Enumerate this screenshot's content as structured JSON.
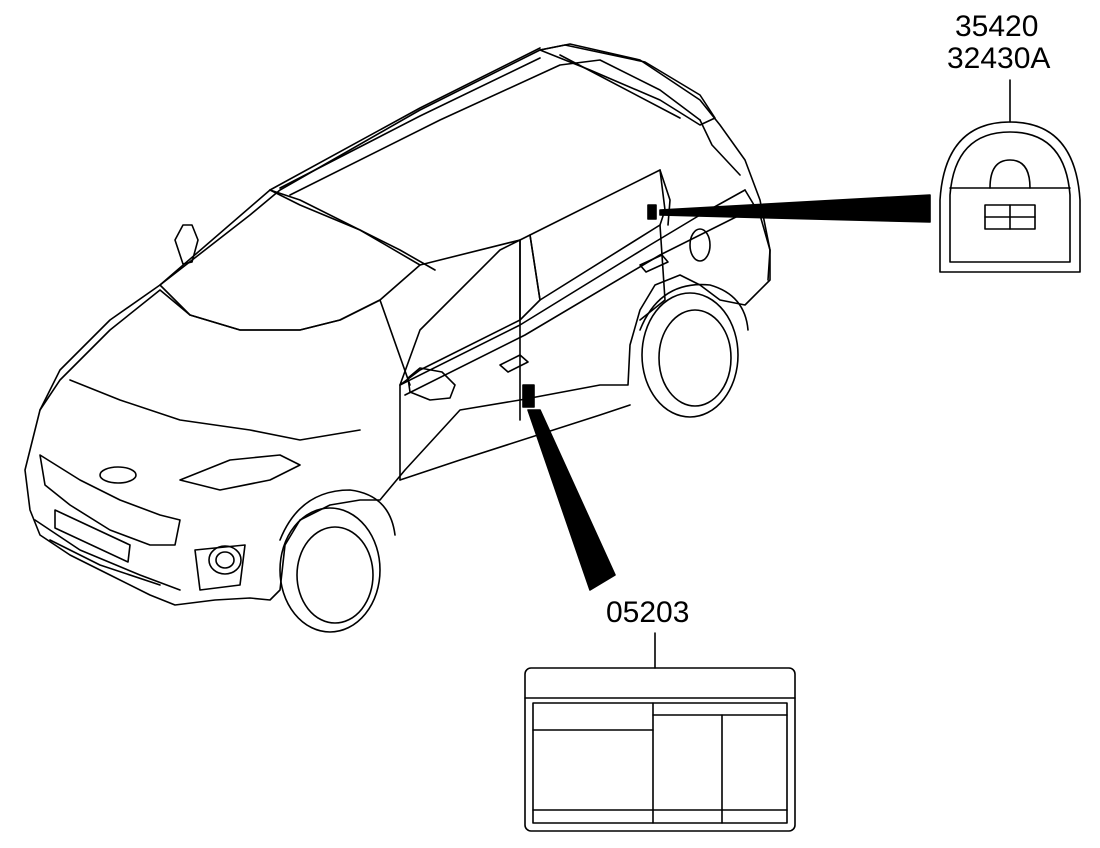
{
  "callouts": {
    "fuel_door_label": {
      "part_numbers": [
        "35420",
        "32430A"
      ],
      "icon": "fuel-filler-label-icon"
    },
    "pillar_label": {
      "part_numbers": [
        "05203"
      ],
      "icon": "tire-pressure-label-icon"
    }
  },
  "colors": {
    "line": "#000000",
    "background": "#ffffff"
  }
}
